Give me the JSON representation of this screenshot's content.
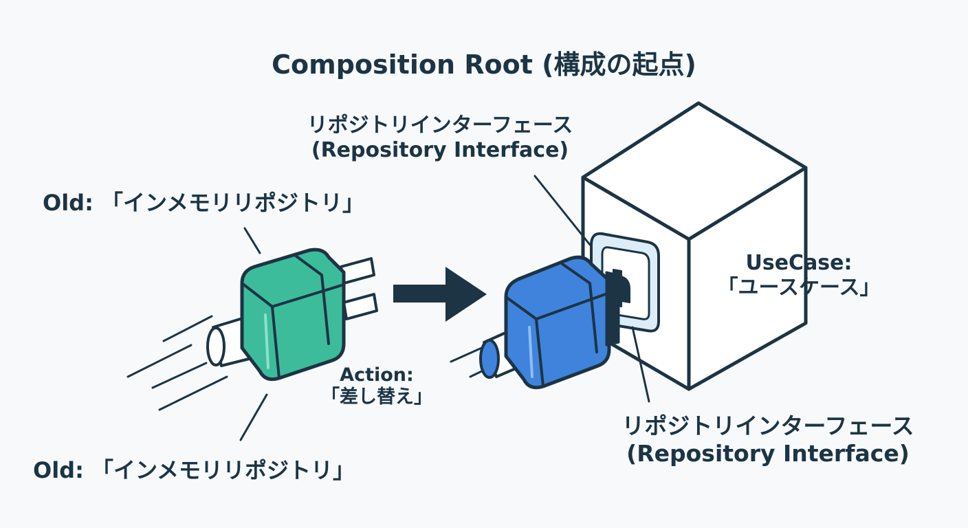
{
  "title": "Composition Root (構成の起点)",
  "labels": {
    "interface_top": {
      "line1": "リポジトリインターフェース",
      "line2": "(Repository Interface)"
    },
    "old_top": "Old: 「インメモリリポジトリ」",
    "old_bottom": "Old: 「インメモリリポジトリ」",
    "action": {
      "line1": "Action:",
      "line2": "「差し替え」"
    },
    "usecase": {
      "line1": "UseCase:",
      "line2": "「ユースケース」"
    },
    "interface_bottom": {
      "line1": "リポジトリインターフェース",
      "line2": "(Repository Interface)"
    }
  },
  "colors": {
    "ink": "#1c3444",
    "old_adapter": "#3dbc9c",
    "new_adapter": "#3f83dc",
    "socket": "#dcecf8",
    "background": "#f7f9fb"
  },
  "icons": [
    "old-plug-icon",
    "new-plug-icon",
    "arrow-right-icon",
    "usecase-cube-icon",
    "socket-icon"
  ]
}
